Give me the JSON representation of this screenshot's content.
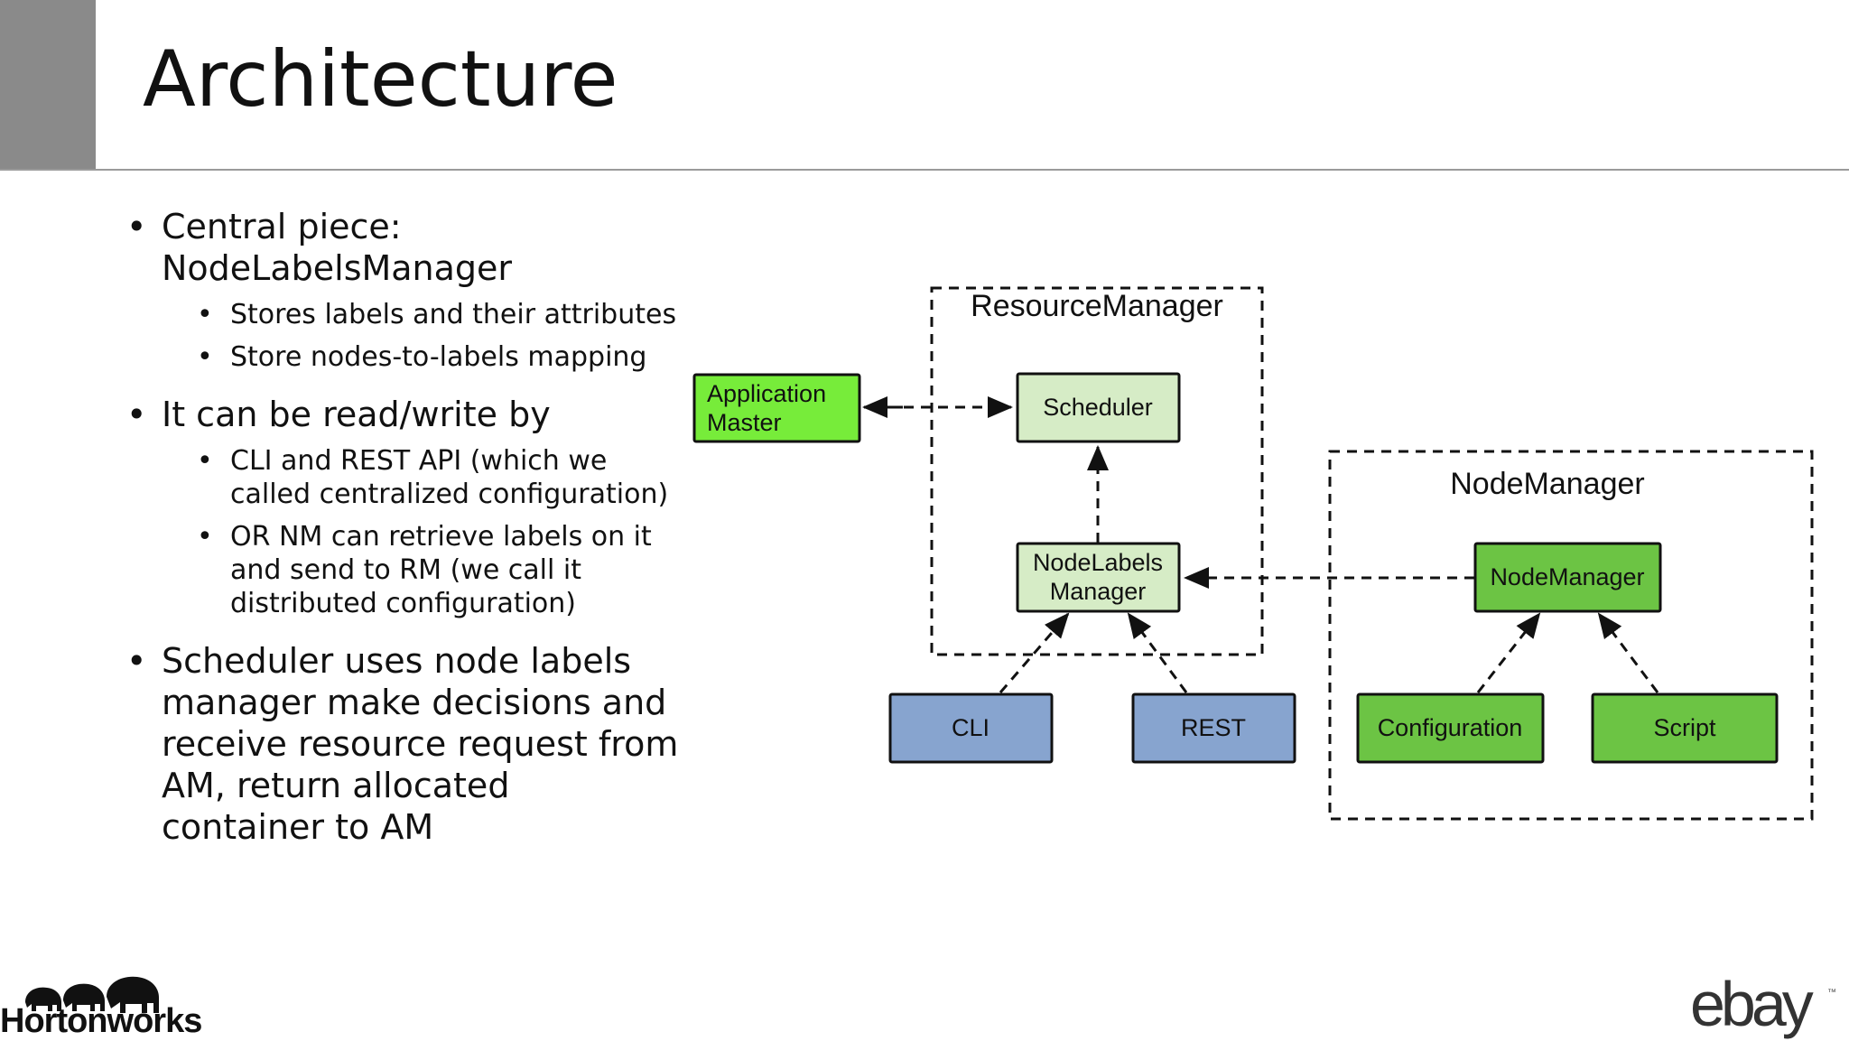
{
  "slide": {
    "title": "Architecture",
    "bullets": [
      {
        "text": "Central piece: NodeLabelsManager",
        "sub": [
          "Stores labels and their attributes",
          "Store nodes-to-labels mapping"
        ]
      },
      {
        "text": "It can be read/write by",
        "sub": [
          "CLI and REST API (which we called centralized configuration)",
          "OR NM can retrieve labels on it and send to RM (we call it distributed configuration)"
        ]
      },
      {
        "text": "Scheduler uses node  labels manager make decisions and receive resource request from AM, return allocated container to AM",
        "sub": []
      }
    ]
  },
  "diagram": {
    "resource_manager_label": "ResourceManager",
    "node_manager_group_label": "NodeManager",
    "application_master": [
      "Application",
      "Master"
    ],
    "scheduler": "Scheduler",
    "node_labels_manager": [
      "NodeLabels",
      "Manager"
    ],
    "node_manager": "NodeManager",
    "cli": "CLI",
    "rest": "REST",
    "configuration": "Configuration",
    "script": "Script"
  },
  "colors": {
    "bright_green": "#77ec3a",
    "light_green": "#d6ecc6",
    "mid_green": "#6cc444",
    "blue": "#87a4cf",
    "title_block_gray": "#8a8a8a"
  },
  "logos": {
    "left": "Hortonworks",
    "right": "ebay"
  }
}
